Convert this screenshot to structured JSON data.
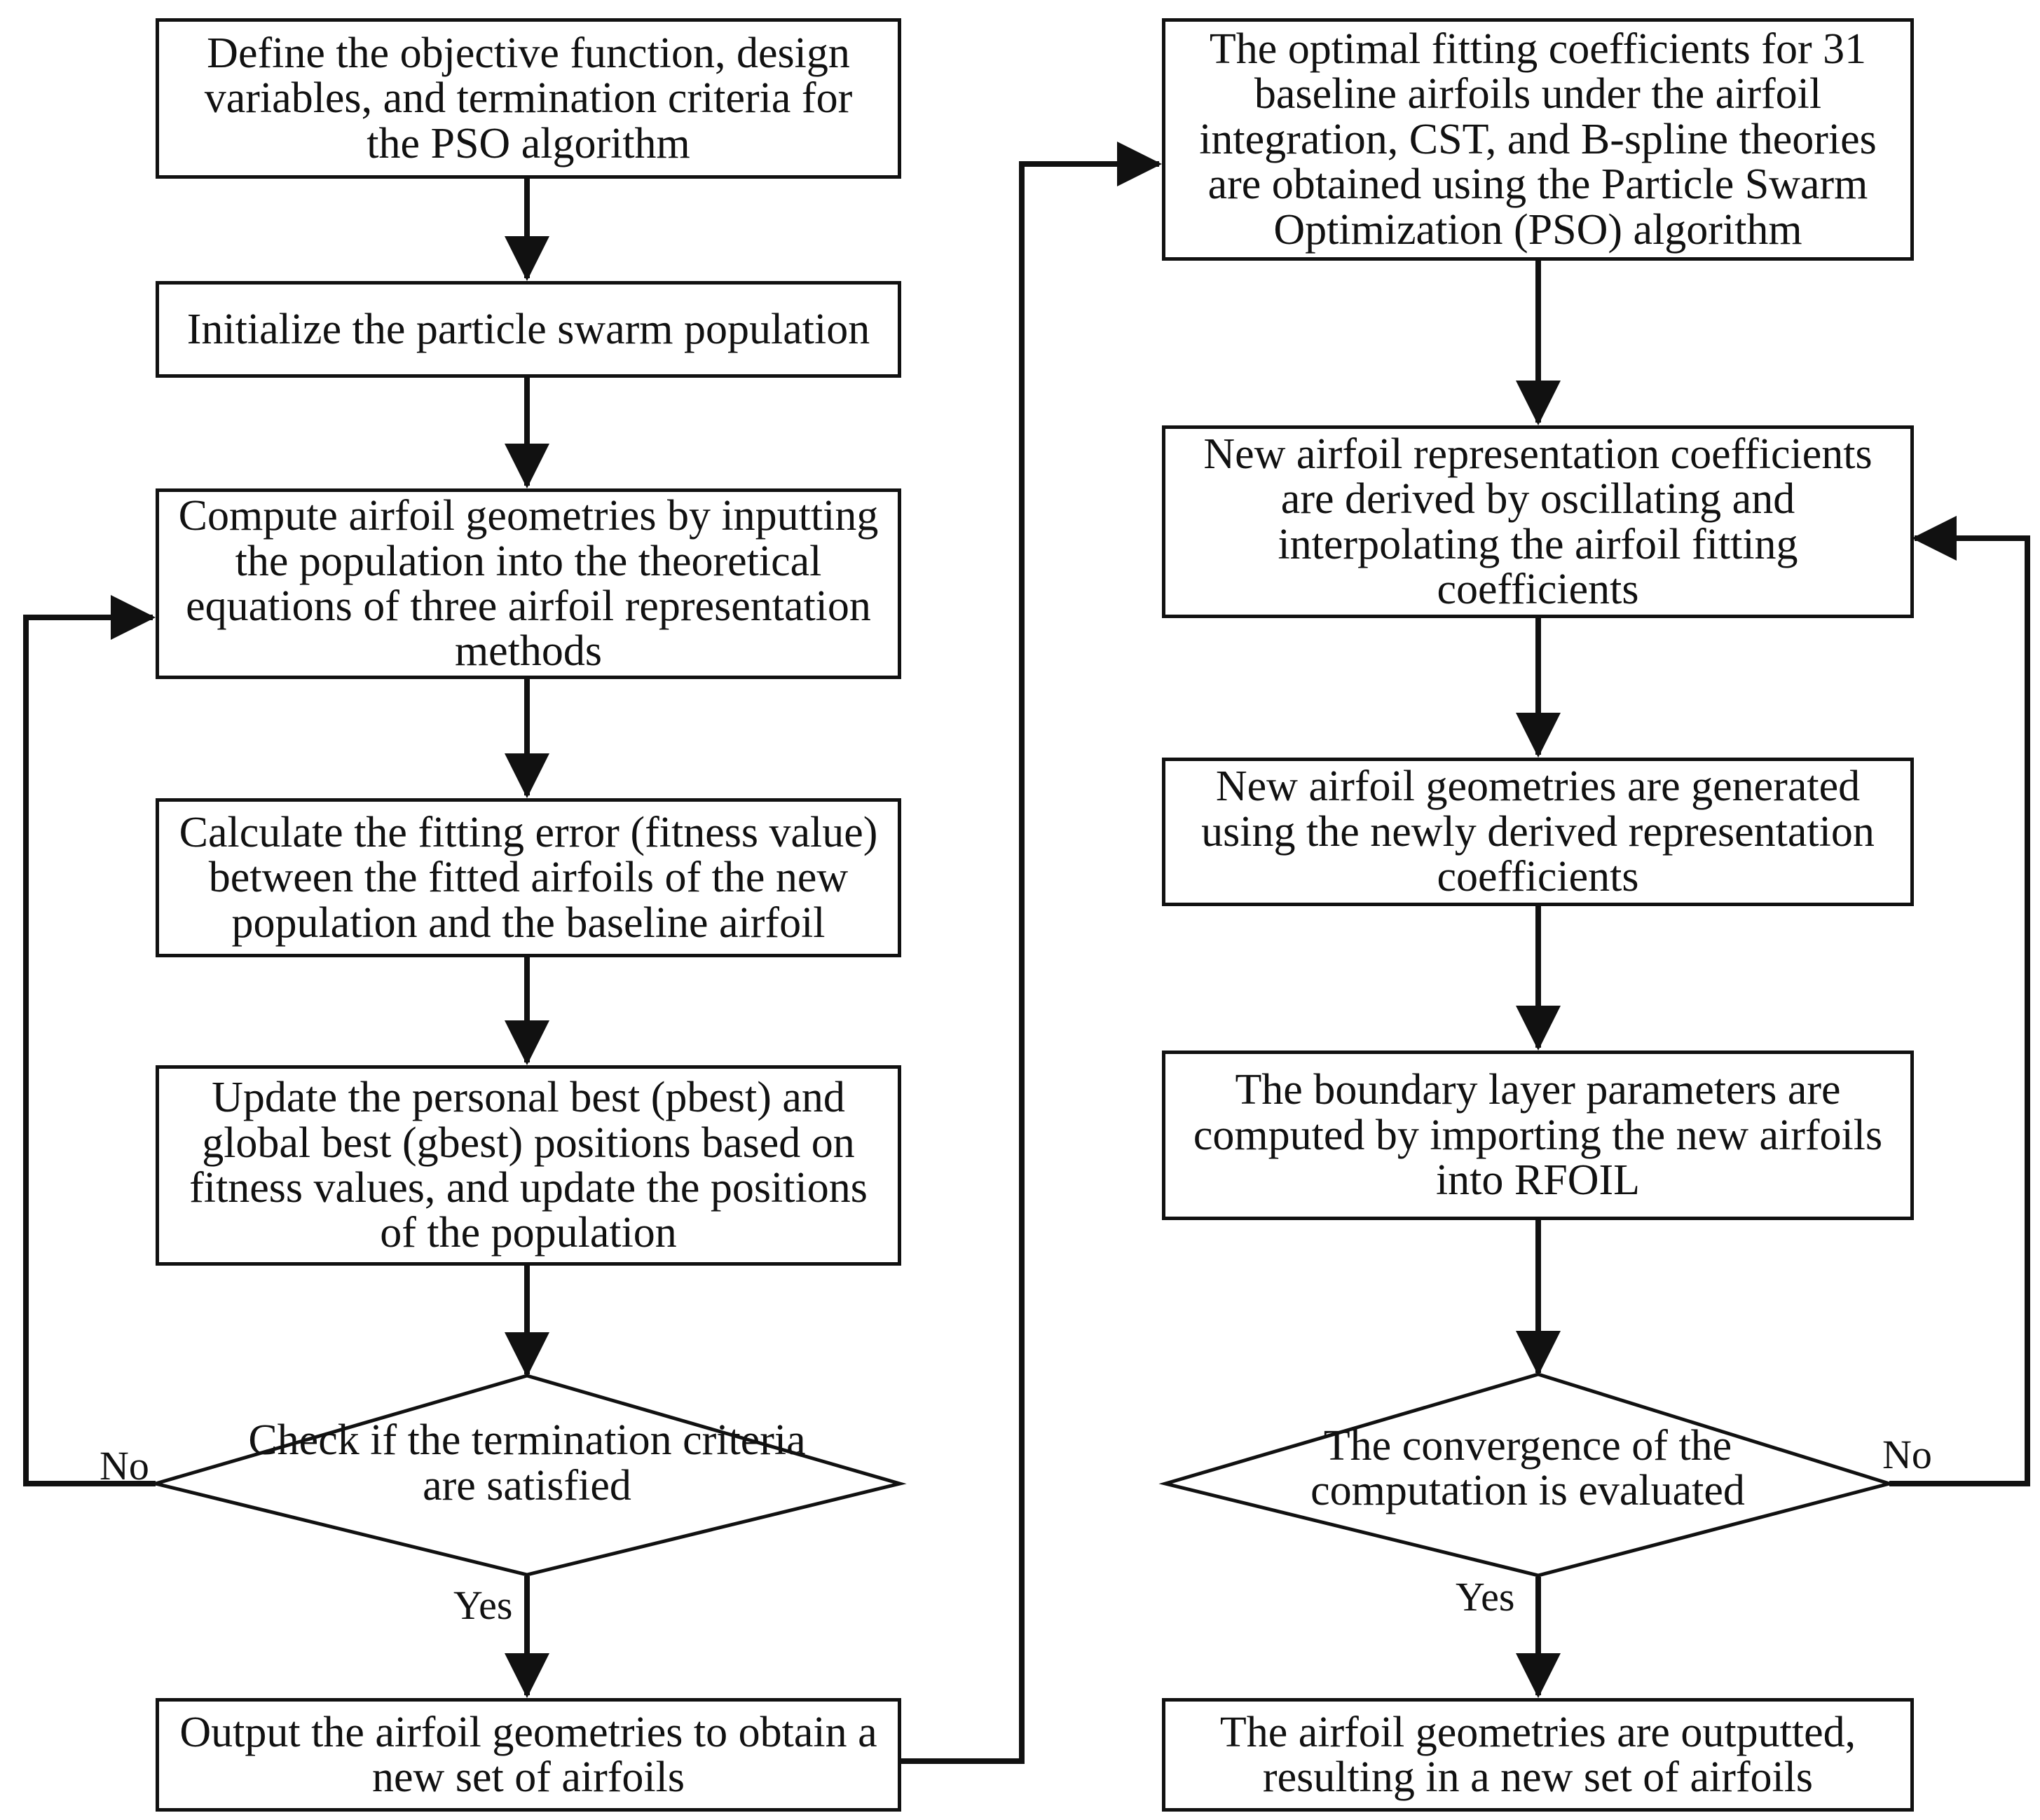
{
  "left_column": {
    "define": "Define the objective function, design variables, and termination criteria for the PSO algorithm",
    "initialize": "Initialize the particle swarm population",
    "compute": "Compute airfoil geometries by inputting the population into the theoretical equations of three airfoil representation methods",
    "calculate": "Calculate the fitting error (fitness value) between the fitted airfoils of the new population and the baseline airfoil",
    "update": "Update the personal best (pbest) and global best (gbest) positions based on fitness values, and update the positions of the population",
    "check": "Check if the termination criteria are satisfied",
    "output": "Output the airfoil geometries to obtain a new set of airfoils",
    "no_label": "No",
    "yes_label": "Yes"
  },
  "right_column": {
    "optimal": "The optimal fitting coefficients for 31 baseline airfoils under the airfoil integration, CST, and B-spline theories are obtained using the Particle Swarm Optimization (PSO) algorithm",
    "new_coeffs": "New airfoil representation coefficients are derived by oscillating and interpolating the airfoil fitting coefficients",
    "new_geometries": "New airfoil geometries are generated using the newly derived representation coefficients",
    "boundary": "The boundary layer parameters are computed by importing the new airfoils into RFOIL",
    "convergence": "The convergence of the computation is evaluated",
    "final_output": "The airfoil geometries are outputted, resulting in a new set of airfoils",
    "no_label": "No",
    "yes_label": "Yes"
  },
  "colors": {
    "stroke": "#111111",
    "background": "#ffffff"
  }
}
